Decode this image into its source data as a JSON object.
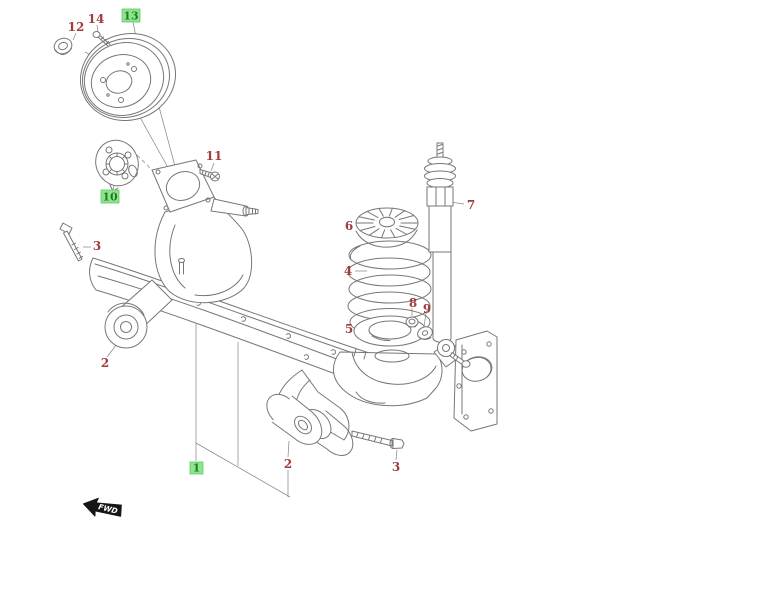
{
  "diagram": {
    "type": "exploded-parts-view",
    "subject": "rear-suspension",
    "background": "#ffffff",
    "colors": {
      "line": "#777777",
      "leader": "#8a8a8a",
      "label_red": "#a03c3c",
      "highlight_bg": "#8be78b",
      "highlight_text": "#267826",
      "highlight_border": "#63c063",
      "fwd_arrow": "#161616"
    }
  },
  "fwd": {
    "label": "FWD"
  },
  "callouts": [
    {
      "text": "12",
      "highlighted": false
    },
    {
      "text": "14",
      "highlighted": false
    },
    {
      "text": "13",
      "highlighted": true
    },
    {
      "text": "10",
      "highlighted": true
    },
    {
      "text": "11",
      "highlighted": false
    },
    {
      "text": "3",
      "highlighted": false
    },
    {
      "text": "2",
      "highlighted": false
    },
    {
      "text": "6",
      "highlighted": false
    },
    {
      "text": "4",
      "highlighted": false
    },
    {
      "text": "5",
      "highlighted": false
    },
    {
      "text": "7",
      "highlighted": false
    },
    {
      "text": "8",
      "highlighted": false
    },
    {
      "text": "9",
      "highlighted": false
    },
    {
      "text": "1",
      "highlighted": true
    },
    {
      "text": "2",
      "highlighted": false
    },
    {
      "text": "3",
      "highlighted": false
    }
  ]
}
